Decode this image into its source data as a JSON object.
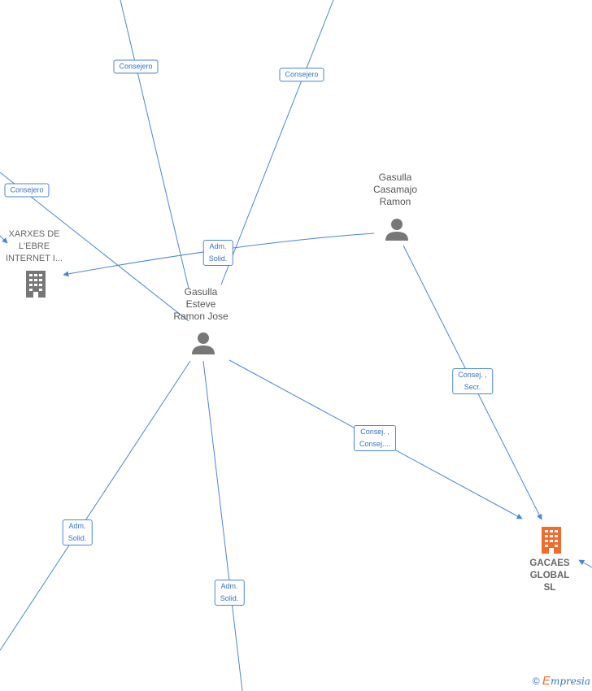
{
  "nodes": {
    "gasulla_esteve": {
      "name": "Gasulla\nEsteve\nRamon Jose",
      "type": "person"
    },
    "gasulla_casamajo": {
      "name": "Gasulla\nCasamajo\nRamon",
      "type": "person"
    },
    "xarxes": {
      "name": "XARXES DE\nL'EBRE\nINTERNET I...",
      "type": "company"
    },
    "gacaes": {
      "name": "GACAES\nGLOBAL  SL",
      "type": "company",
      "highlight_color": "#f26a2c"
    }
  },
  "edge_labels": {
    "consejero_1": "Consejero",
    "consejero_2": "Consejero",
    "consejero_3": "Consejero",
    "adm_solid_1": "Adm.\nSolid.",
    "adm_solid_2": "Adm.\nSolid.",
    "adm_solid_3": "Adm.\nSolid.",
    "consej_secr": "Consej. ,\nSecr.",
    "consej_consej": "Consej. ,\nConsej...."
  },
  "colors": {
    "edge": "#4a86d4",
    "person_icon": "#777777",
    "company_icon": "#777777",
    "focus_company": "#f26a2c"
  },
  "footer": {
    "copyright": "©",
    "brand_initial": "E",
    "brand_rest": "mpresia"
  }
}
